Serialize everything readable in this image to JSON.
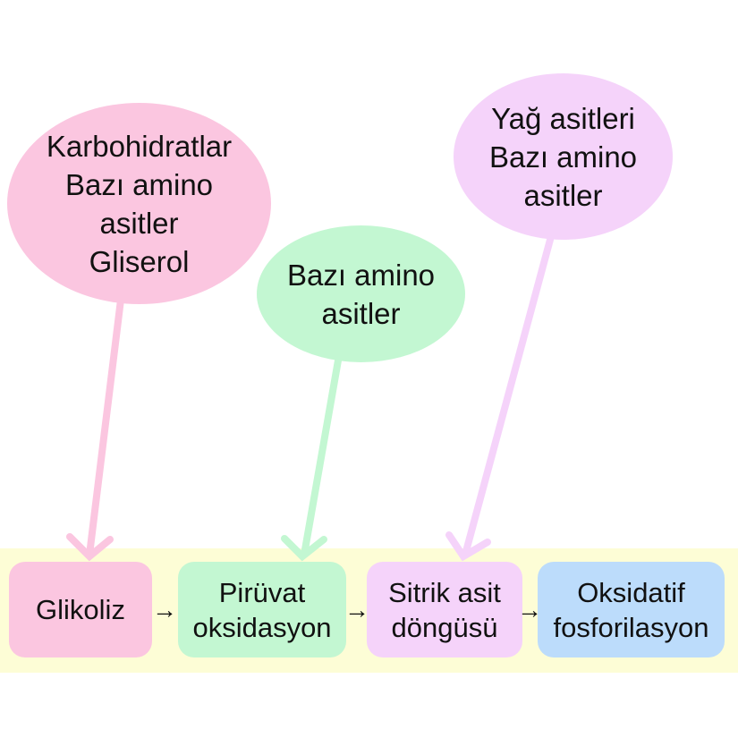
{
  "diagram": {
    "colors": {
      "band": "#fdfdd6",
      "pink": "#fbc6e0",
      "green": "#c3f7d2",
      "lavender": "#f5d3fa",
      "blue": "#bcdcfb"
    },
    "sources": [
      {
        "id": "source-carbs",
        "label": "Karbohidratlar\nBazı amino\nasitler\nGliserol",
        "color": "#fbc6e0",
        "targets": "Glikoliz"
      },
      {
        "id": "source-amino",
        "label": "Bazı amino\nasitler",
        "color": "#c3f7d2",
        "targets": "Pirüvat oksidasyon"
      },
      {
        "id": "source-fatty",
        "label": "Yağ asitleri\nBazı amino\nasitler",
        "color": "#f5d3fa",
        "targets": "Sitrik asit döngüsü"
      }
    ],
    "pathway": [
      {
        "id": "step-glikoliz",
        "label": "Glikoliz",
        "color": "#fbc6e0"
      },
      {
        "id": "step-piruvat",
        "label": "Pirüvat\noksidasyon",
        "color": "#c3f7d2"
      },
      {
        "id": "step-sitrik",
        "label": "Sitrik asit\ndöngüsü",
        "color": "#f5d3fa"
      },
      {
        "id": "step-oksidatif",
        "label": "Oksidatif\nfosforilasyon",
        "color": "#bcdcfb"
      }
    ],
    "flow_arrow_glyph": "→"
  }
}
